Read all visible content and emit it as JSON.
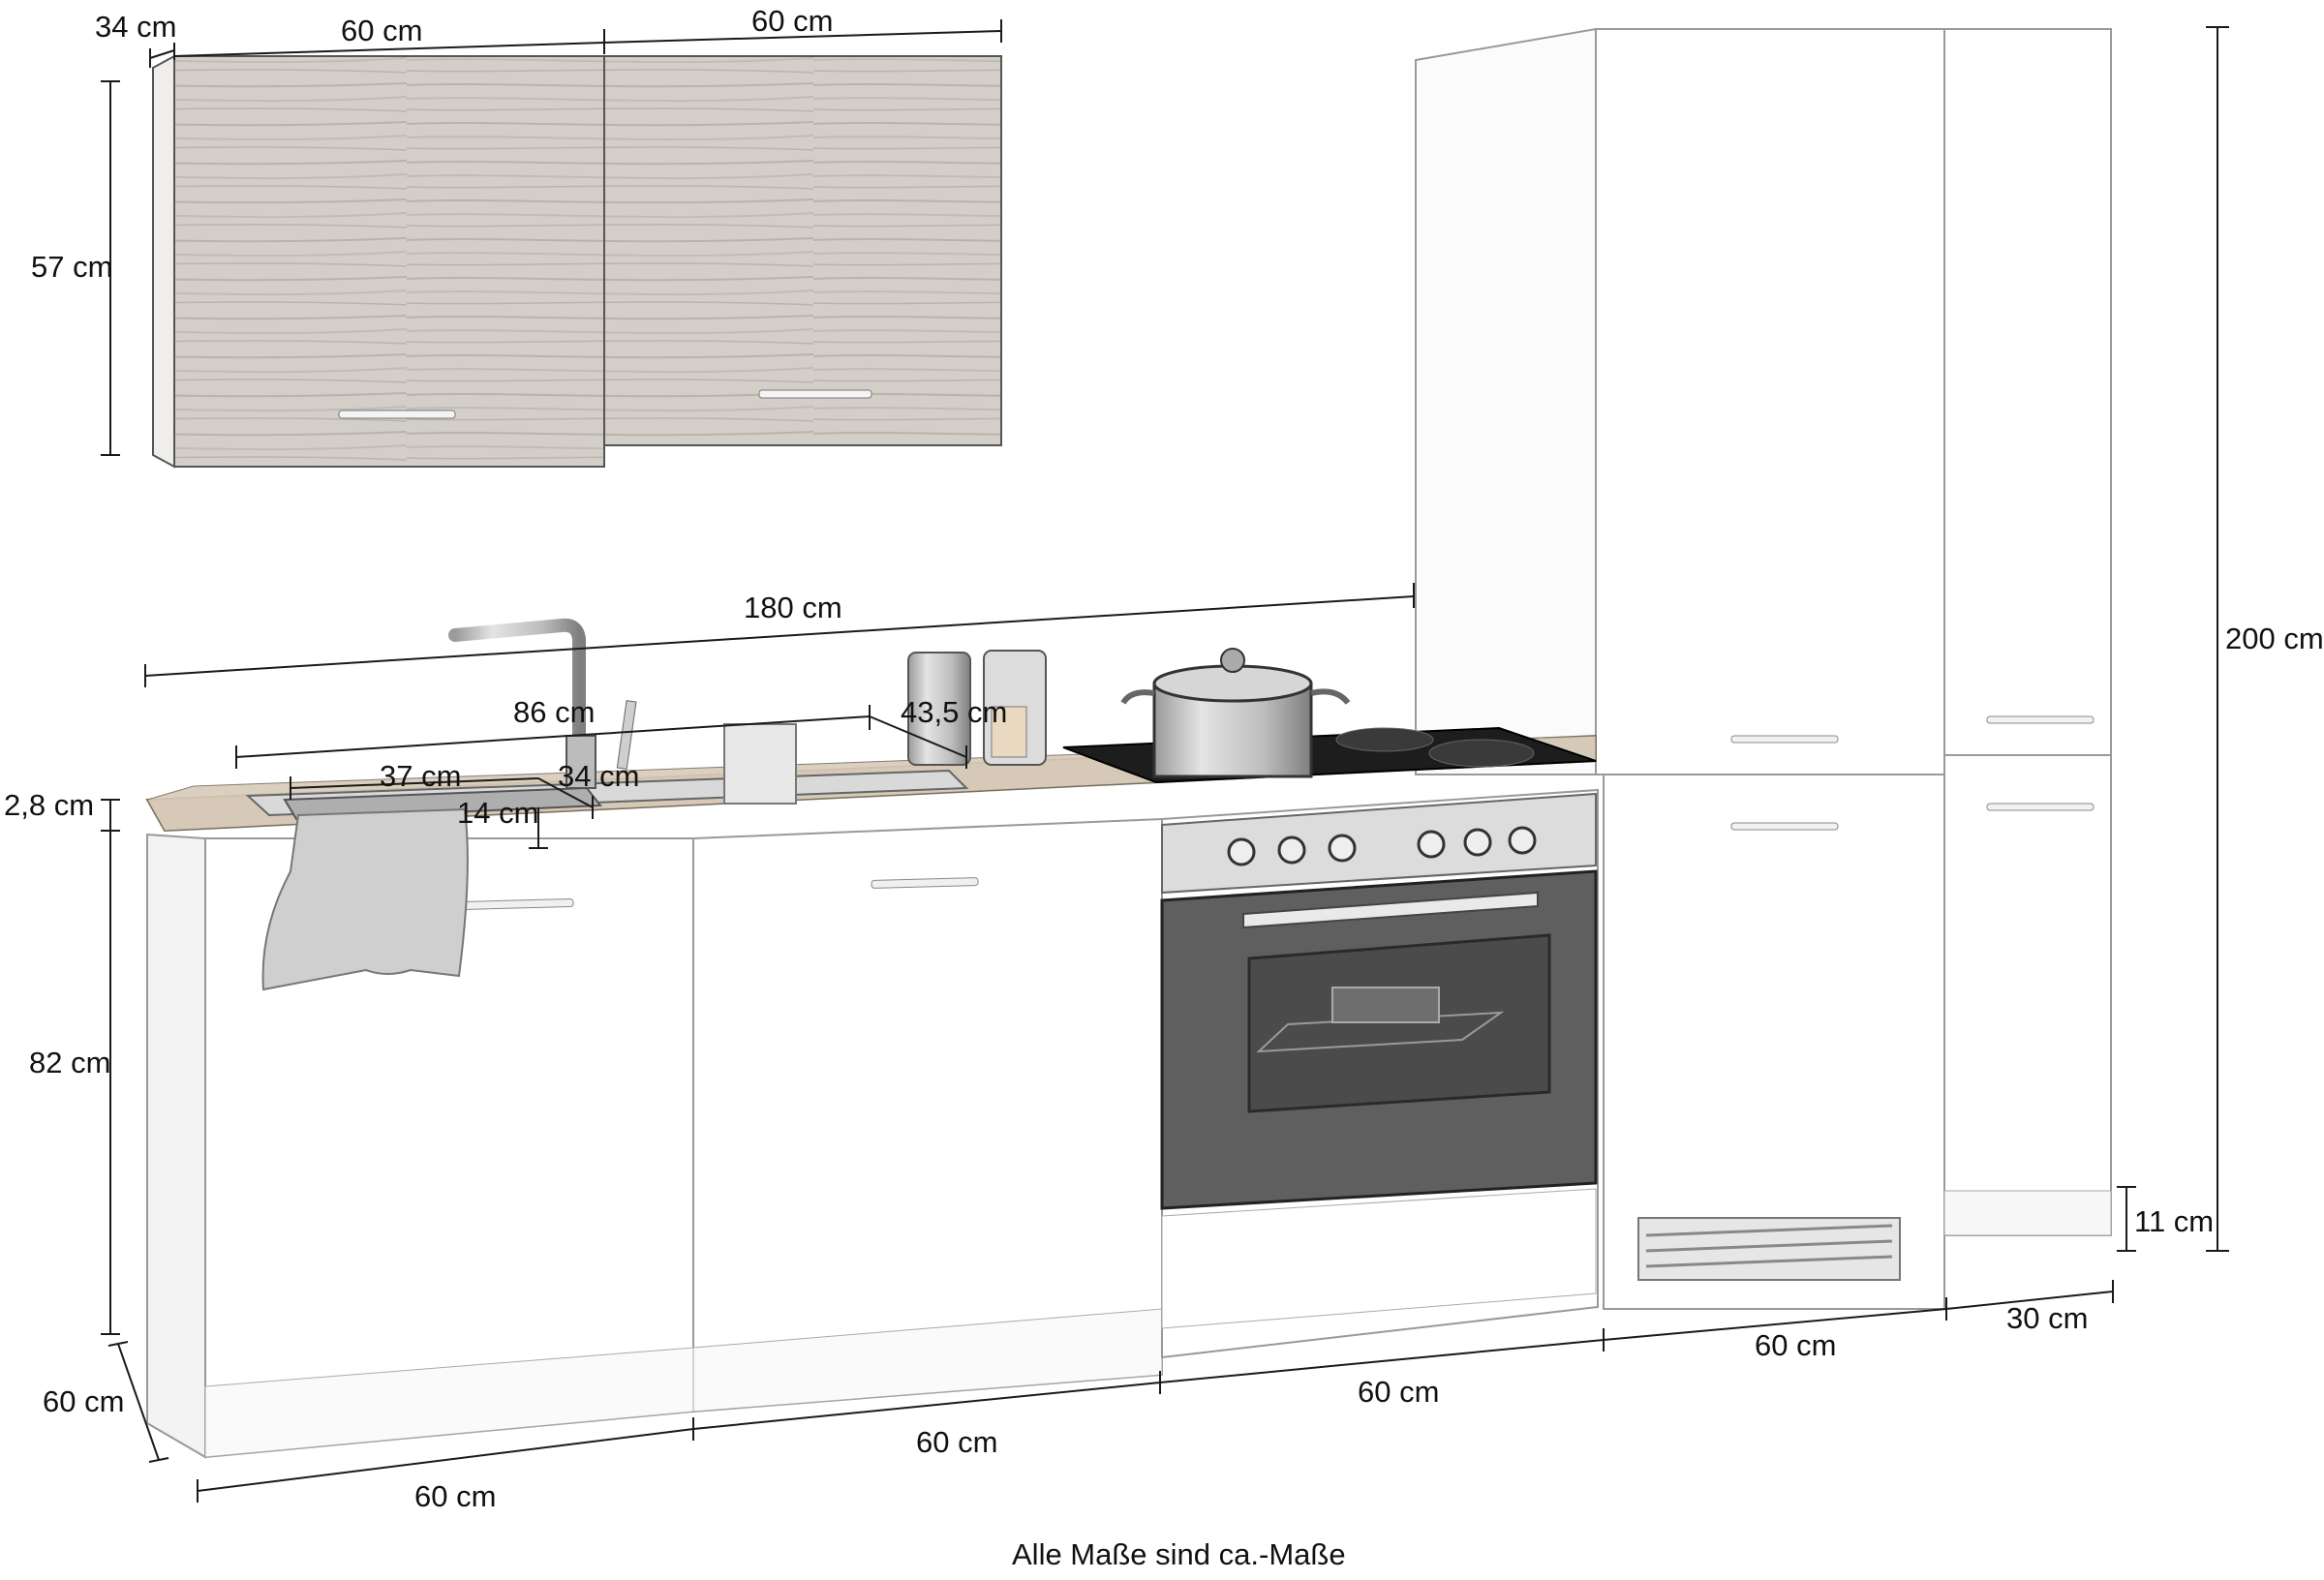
{
  "dimensions": {
    "wall_depth": "34 cm",
    "wall_width_left": "60 cm",
    "wall_width_right": "60 cm",
    "wall_height": "57 cm",
    "total_height": "200 cm",
    "counter_length": "180 cm",
    "sink_width": "86 cm",
    "sink_depth": "43,5 cm",
    "basin_width": "37 cm",
    "basin_depth": "34 cm",
    "basin_height": "14 cm",
    "worktop_thickness": "2,8 cm",
    "base_height": "82 cm",
    "plinth_height": "11 cm",
    "base_depth": "60 cm",
    "width_base_1": "60 cm",
    "width_base_2": "60 cm",
    "width_oven": "60 cm",
    "width_fridge": "60 cm",
    "width_narrow": "30 cm"
  },
  "footer": "Alle Maße sind ca.-Maße",
  "colors": {
    "line": "#1a1a1a",
    "wood": "#d2cdc7",
    "worktop": "#c9bba9",
    "cabinet": "#ffffff",
    "oven_glass": "#5b5b5b",
    "steel": "#c8c8c8"
  }
}
